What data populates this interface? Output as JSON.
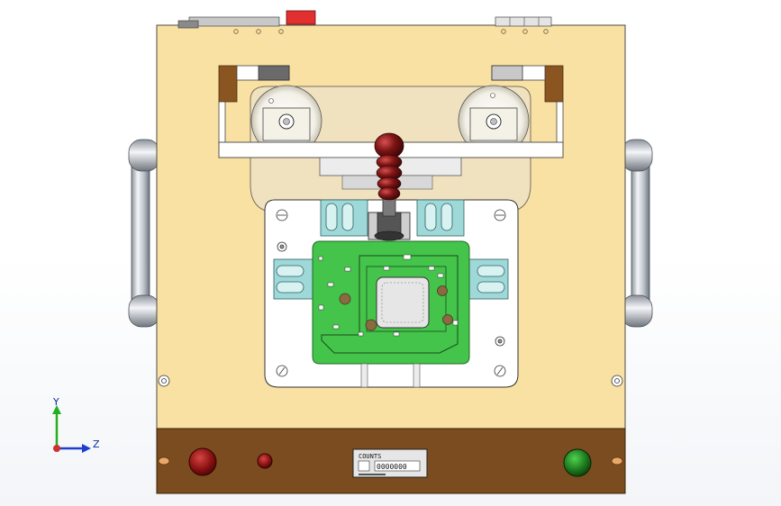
{
  "colors": {
    "base_plate": "#f8e1a3",
    "base_plate_stroke": "#4d4a40",
    "front_panel": "#7a4c1f",
    "pcb_green": "#44c44a",
    "pcb_stroke": "#1f6a25",
    "clamp_knob": "#6a1616",
    "clamp_cyan": "#9fd8d8",
    "handle_grey": "#c9ced6",
    "indicator_red": "#8c1212",
    "indicator_green": "#1e7a1e"
  },
  "triad": {
    "y_label": "Y",
    "z_label": "Z"
  },
  "counter": {
    "label": "COUNTS",
    "digits": "0000000"
  },
  "icons": {
    "stop_button": "red-push-button",
    "indicator_light": "red-indicator-light",
    "start_button": "green-push-button",
    "handle_left": "side-handle",
    "handle_right": "side-handle",
    "toggle_clamp": "toggle-clamp-lever"
  }
}
